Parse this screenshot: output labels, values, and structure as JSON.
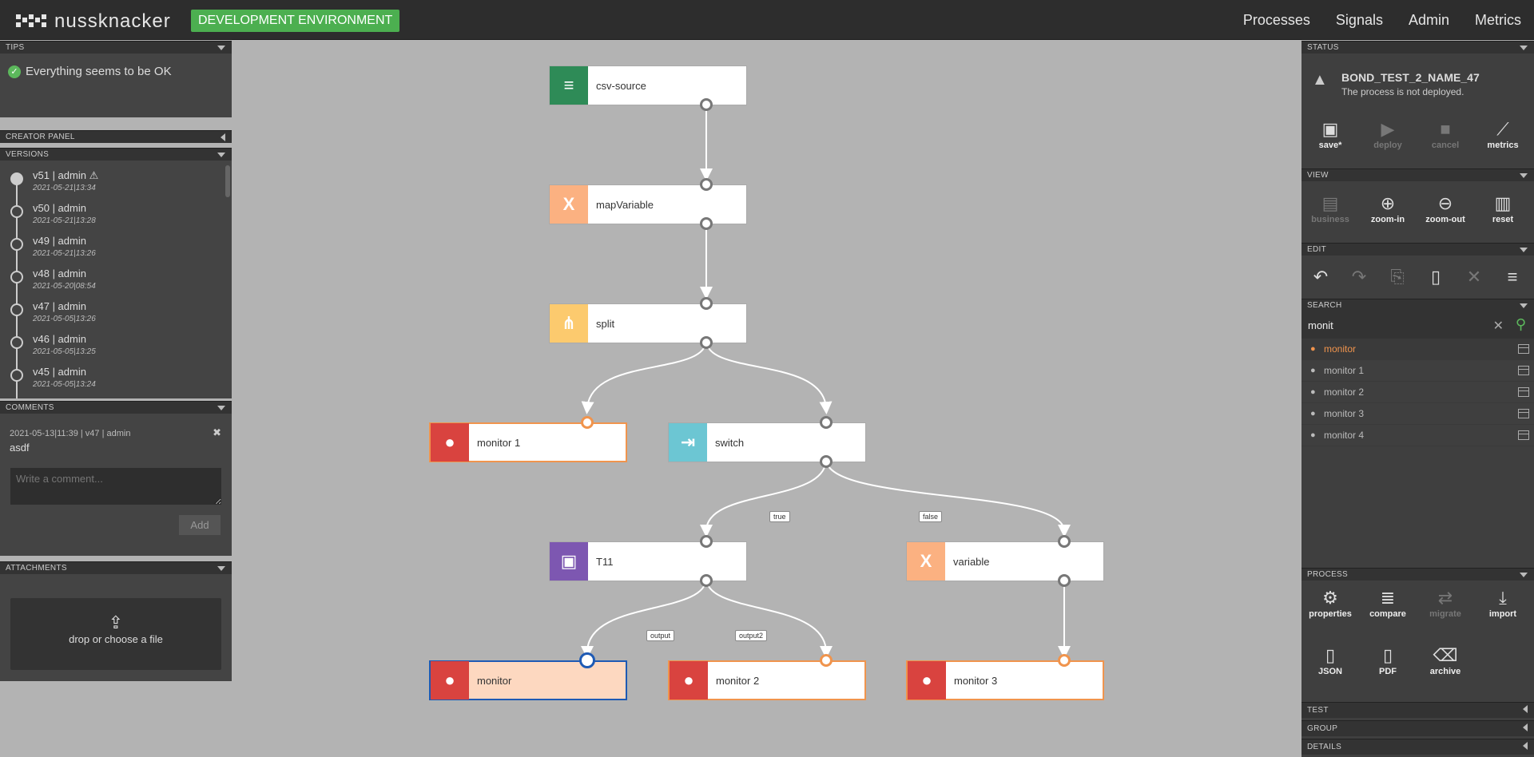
{
  "header": {
    "app_name": "nussknacker",
    "env_badge": "DEVELOPMENT ENVIRONMENT",
    "nav": [
      "Processes",
      "Signals",
      "Admin",
      "Metrics"
    ]
  },
  "left": {
    "tips_title": "TIPS",
    "tips_text": "Everything seems to be OK",
    "creator_title": "CREATOR PANEL",
    "versions_title": "VERSIONS",
    "versions": [
      {
        "title": "v51 | admin ⚠",
        "date": "2021-05-21|13:34"
      },
      {
        "title": "v50 | admin",
        "date": "2021-05-21|13:28"
      },
      {
        "title": "v49 | admin",
        "date": "2021-05-21|13:26"
      },
      {
        "title": "v48 | admin",
        "date": "2021-05-20|08:54"
      },
      {
        "title": "v47 | admin",
        "date": "2021-05-05|13:26"
      },
      {
        "title": "v46 | admin",
        "date": "2021-05-05|13:25"
      },
      {
        "title": "v45 | admin",
        "date": "2021-05-05|13:24"
      }
    ],
    "comments_title": "COMMENTS",
    "comment_meta": "2021-05-13|11:39 | v47 | admin",
    "comment_text": "asdf",
    "comment_delete": "✖",
    "comment_placeholder": "Write a comment...",
    "add_label": "Add",
    "attachments_title": "ATTACHMENTS",
    "drop_label": "drop or choose a file"
  },
  "graph": {
    "nodes": {
      "csv": "csv-source",
      "map": "mapVariable",
      "split": "split",
      "monitor1": "monitor 1",
      "switch": "switch",
      "t11": "T11",
      "variable": "variable",
      "monitor": "monitor",
      "monitor2": "monitor 2",
      "monitor3": "monitor 3"
    },
    "edges": {
      "true": "true",
      "false": "false",
      "output": "output",
      "output2": "output2"
    },
    "colors": {
      "source": "#2e8b57",
      "map": "#fbb181",
      "split": "#fcca6e",
      "sink": "#d9433f",
      "switch": "#6cc6d3",
      "t11": "#7d57b1"
    }
  },
  "right": {
    "status_title": "STATUS",
    "process_name": "BOND_TEST_2_NAME_47",
    "process_state": "The process is not deployed.",
    "status_buttons": [
      "save*",
      "deploy",
      "cancel",
      "metrics"
    ],
    "view_title": "VIEW",
    "view_buttons": [
      "business",
      "zoom-in",
      "zoom-out",
      "reset"
    ],
    "edit_title": "EDIT",
    "search_title": "SEARCH",
    "search_value": "monit",
    "search_results": [
      "monitor",
      "monitor 1",
      "monitor 2",
      "monitor 3",
      "monitor 4"
    ],
    "process_title": "PROCESS",
    "process_buttons_row1": [
      "properties",
      "compare",
      "migrate",
      "import"
    ],
    "process_buttons_row2": [
      "JSON",
      "PDF",
      "archive"
    ],
    "test_title": "TEST",
    "group_title": "GROUP",
    "details_title": "DETAILS"
  }
}
